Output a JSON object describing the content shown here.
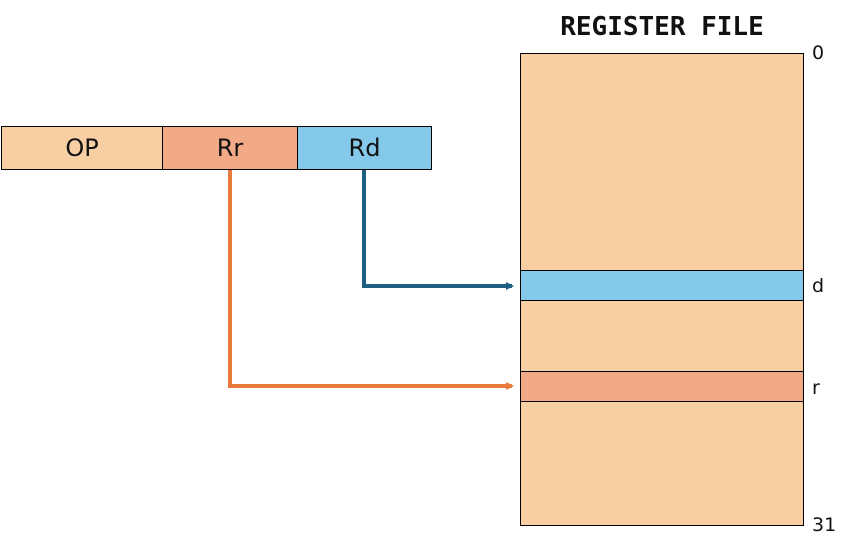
{
  "register_file": {
    "title": "REGISTER FILE",
    "labels": {
      "top": "0",
      "d": "d",
      "r": "r",
      "bottom": "31"
    }
  },
  "instruction": {
    "fields": {
      "op": "OP",
      "rr": "Rr",
      "rd": "Rd"
    }
  },
  "colors": {
    "op_field": "#f8cfa3",
    "rr_field": "#f2a986",
    "rd_field": "#84c9ea",
    "register_file": "#f8cfa3",
    "rd_arrow": "#1f5f82",
    "rr_arrow": "#e87a3a"
  }
}
